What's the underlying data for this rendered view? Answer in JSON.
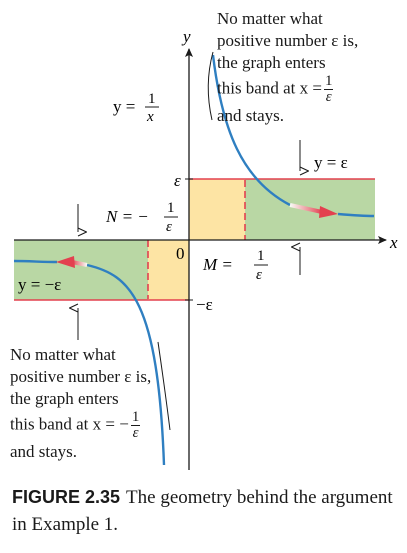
{
  "figure": {
    "axis_x_label": "x",
    "axis_y_label": "y",
    "origin_label": "0",
    "epsilon_label": "ε",
    "neg_epsilon_label": "−ε",
    "curve_label": {
      "lhs": "y =",
      "num": "1",
      "den": "x"
    },
    "upper_asymptote_label": "y = ε",
    "lower_asymptote_label": "y = −ε",
    "m_label": {
      "lhs": "M =",
      "num": "1",
      "den": "ε"
    },
    "n_label": {
      "lhs": "N = −",
      "num": "1",
      "den": "ε"
    },
    "top_note": {
      "lines": [
        "No matter what",
        "positive number ε is,",
        "the graph enters"
      ],
      "band_line": "this band at x =",
      "band_frac": {
        "num": "1",
        "den": "ε"
      },
      "last_line": "and stays."
    },
    "bottom_note": {
      "lines": [
        "No matter what",
        "positive number ε is,",
        "the graph enters"
      ],
      "band_line": "this band at x = −",
      "band_frac": {
        "num": "1",
        "den": "ε"
      },
      "last_line": "and stays."
    },
    "colors": {
      "green_band": "#b9d7a4",
      "yellow_box": "#fde4a4",
      "red_line": "#e3404f",
      "blue_curve": "#2f7fc1",
      "arrow_red": "#e3404f",
      "caption_label": "#1a1a1a"
    }
  },
  "caption": {
    "label": "FIGURE 2.35",
    "text": "The geometry behind the argument in Example 1."
  }
}
